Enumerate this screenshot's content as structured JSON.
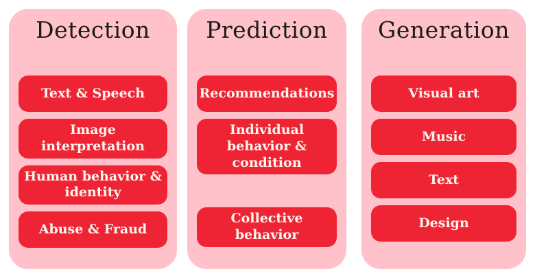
{
  "colors": {
    "page_bg": "#ffffff",
    "card_bg": "#ffc2ca",
    "button_bg": "#ee2434",
    "button_text": "#fdf5ee",
    "title_text": "#1b1b1b"
  },
  "columns": [
    {
      "title": "Detection",
      "items": [
        "Text & Speech",
        "Image\ninterpretation",
        "Human behavior &\nidentity",
        "Abuse & Fraud"
      ]
    },
    {
      "title": "Prediction",
      "items": [
        "Recommendations",
        "Individual\nbehavior &\ncondition",
        "Collective behavior"
      ]
    },
    {
      "title": "Generation",
      "items": [
        "Visual art",
        "Music",
        "Text",
        "Design"
      ]
    }
  ]
}
